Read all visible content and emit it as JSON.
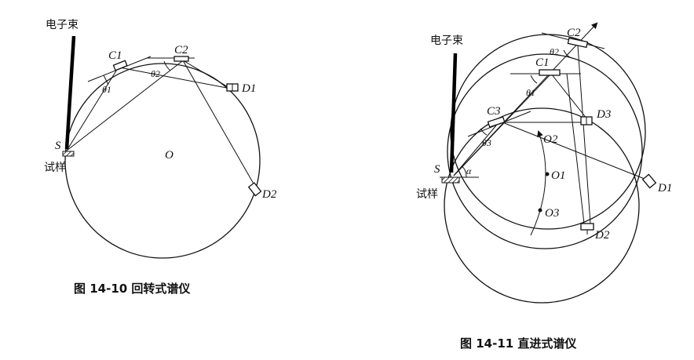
{
  "figure_left": {
    "beam_label": "电子束",
    "sample_label": "试样",
    "caption": "图 14-10   回转式谱仪",
    "points": {
      "S": "S",
      "C1": "C1",
      "C2": "C2",
      "D1": "D1",
      "D2": "D2",
      "O": "O"
    },
    "angles": {
      "theta1": "θ1",
      "theta2": "θ2"
    }
  },
  "figure_right": {
    "beam_label": "电子束",
    "sample_label": "试样",
    "caption": "图 14-11   直进式谱仪",
    "points": {
      "S": "S",
      "C1": "C1",
      "C2": "C2",
      "C3": "C3",
      "D1": "D1",
      "D2": "D2",
      "D3": "D3",
      "O1": "O1",
      "O2": "O2",
      "O3": "O3"
    },
    "angles": {
      "theta1": "θ1",
      "theta2": "θ2",
      "theta3": "θ3",
      "alpha": "α"
    }
  }
}
